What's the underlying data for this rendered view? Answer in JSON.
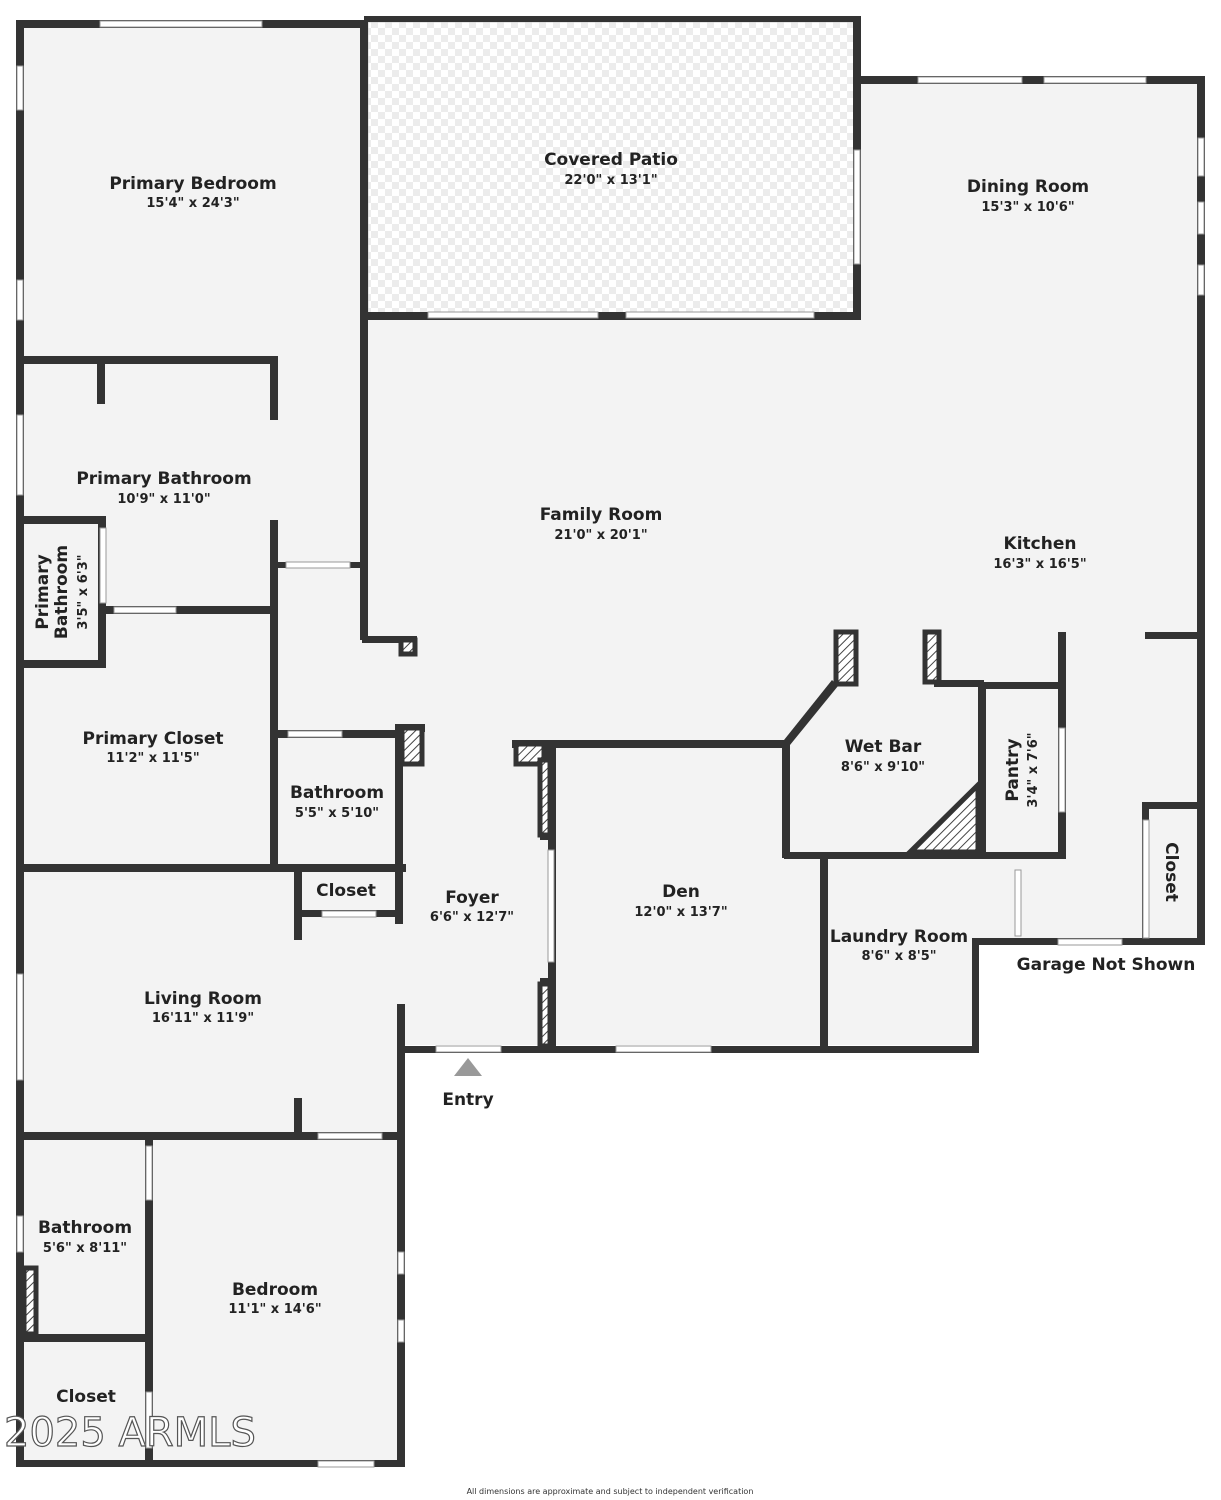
{
  "rooms": {
    "primary_bedroom": {
      "name": "Primary Bedroom",
      "dim": "15'4\" x 24'3\""
    },
    "covered_patio": {
      "name": "Covered Patio",
      "dim": "22'0\" x 13'1\""
    },
    "dining_room": {
      "name": "Dining Room",
      "dim": "15'3\" x 10'6\""
    },
    "primary_bathroom": {
      "name": "Primary Bathroom",
      "dim": "10'9\" x 11'0\""
    },
    "family_room": {
      "name": "Family Room",
      "dim": "21'0\" x 20'1\""
    },
    "kitchen": {
      "name": "Kitchen",
      "dim": "16'3\" x 16'5\""
    },
    "primary_bathroom_small": {
      "name1": "Primary",
      "name2": "Bathroom",
      "dim": "3'5\" x 6'3\""
    },
    "primary_closet": {
      "name": "Primary Closet",
      "dim": "11'2\" x 11'5\""
    },
    "wet_bar": {
      "name": "Wet Bar",
      "dim": "8'6\" x 9'10\""
    },
    "pantry": {
      "name": "Pantry",
      "dim": "3'4\" x 7'6\""
    },
    "bathroom_center": {
      "name": "Bathroom",
      "dim": "5'5\" x 5'10\""
    },
    "closet_hall": {
      "name": "Closet"
    },
    "foyer": {
      "name": "Foyer",
      "dim": "6'6\" x 12'7\""
    },
    "den": {
      "name": "Den",
      "dim": "12'0\" x 13'7\""
    },
    "closet_right": {
      "name": "Closet"
    },
    "laundry_room": {
      "name": "Laundry Room",
      "dim": "8'6\" x 8'5\""
    },
    "living_room": {
      "name": "Living Room",
      "dim": "16'11\" x 11'9\""
    },
    "bathroom_lower": {
      "name": "Bathroom",
      "dim": "5'6\" x 8'11\""
    },
    "bedroom": {
      "name": "Bedroom",
      "dim": "11'1\" x 14'6\""
    },
    "closet_lower": {
      "name": "Closet"
    }
  },
  "labels": {
    "garage": "Garage Not Shown",
    "entry": "Entry",
    "watermark": "2025 ARMLS",
    "disclaimer": "All dimensions are approximate and subject to independent verification"
  },
  "colors": {
    "wall": "#333333",
    "floor": "#f3f3f3"
  }
}
